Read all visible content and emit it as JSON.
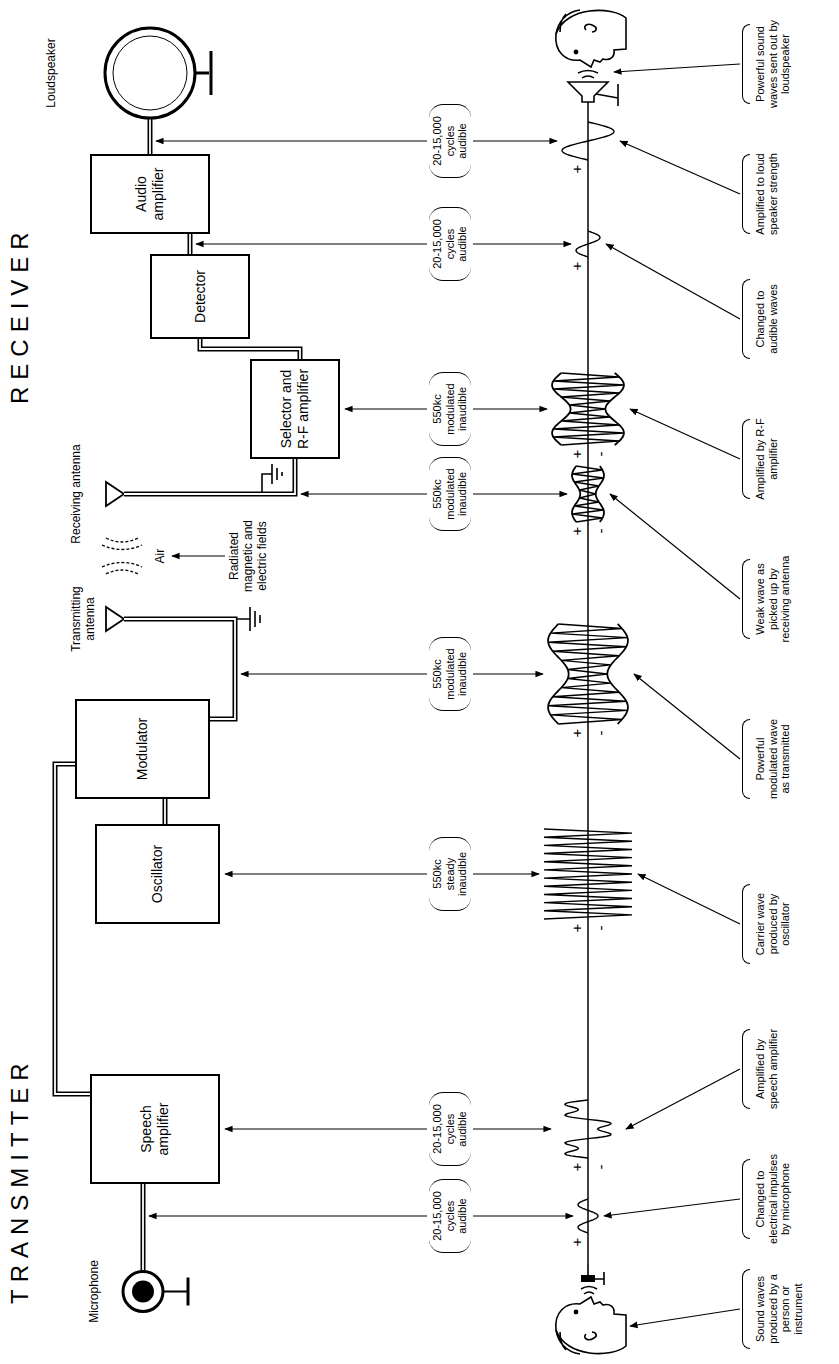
{
  "diagram": {
    "nodes": [
      {
        "text": [
          "Microphone"
        ]
      },
      {
        "text": [
          "Speech amplifier"
        ]
      },
      {
        "text": [
          "Oscillator"
        ]
      },
      {
        "text": [
          "Modulator"
        ]
      },
      {
        "text": [
          "Transmitting antenna"
        ]
      },
      {
        "text": [
          "Receiving antenna"
        ]
      },
      {
        "text": [
          "Selector and R-F amplifier"
        ]
      },
      {
        "text": [
          "Detector"
        ]
      },
      {
        "text": [
          "Audio amplifier"
        ]
      },
      {
        "text": [
          "Loudspeaker"
        ]
      }
    ],
    "edges": [
      {
        "from": 0,
        "to": 1,
        "arrow": "none"
      },
      {
        "from": 1,
        "to": 3,
        "arrow": "none"
      },
      {
        "from": 2,
        "to": 3,
        "arrow": "none"
      },
      {
        "from": 3,
        "to": 4,
        "arrow": "none"
      },
      {
        "from": 5,
        "to": 6,
        "arrow": "none"
      },
      {
        "from": 6,
        "to": 7,
        "arrow": "none"
      },
      {
        "from": 7,
        "to": 8,
        "arrow": "none"
      },
      {
        "from": 8,
        "to": 9,
        "arrow": "none"
      }
    ],
    "labels": [
      "TRANSMITTER",
      "RECEIVER",
      "Air",
      "Radiated magnetic and electric fields",
      "20-15,000 cycles audible",
      "20-15,000 cycles audible",
      "550kc steady inaudible",
      "550kc modulated inaudible",
      "550kc modulated inaudible",
      "550kc modulated inaudible",
      "20-15,000 cycles audible",
      "20-15,000 cycles audible",
      "Sound waves produced by a person or instrument",
      "Changed to electrical impulses by microphone",
      "Amplified by speech amplifier",
      "Carrier wave produced by oscillator",
      "Powerful modulated wave as transmitted",
      "Weak wave as picked up by receiving antenna",
      "Amplified by R-F amplifier",
      "Changed to audible waves",
      "Amplified to loud speaker strength",
      "Powerful sound waves sent out by loudspeaker",
      "+",
      "+",
      "-",
      "+",
      "-",
      "+",
      "-",
      "+",
      "-",
      "+",
      "-",
      "+",
      "+"
    ]
  }
}
